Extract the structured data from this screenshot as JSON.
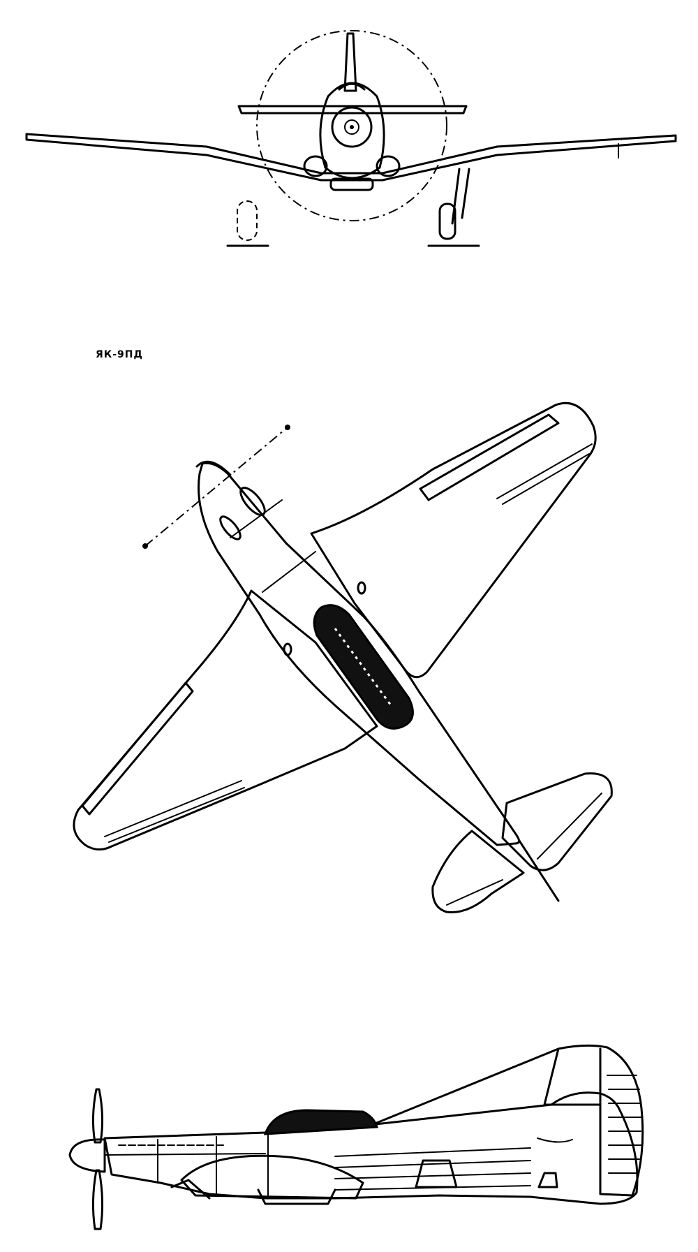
{
  "drawing": {
    "designation": "ЯК-9ПД",
    "views": [
      "front-view",
      "top-view",
      "side-view"
    ]
  },
  "colors": {
    "line": "#000000",
    "background": "#ffffff"
  }
}
